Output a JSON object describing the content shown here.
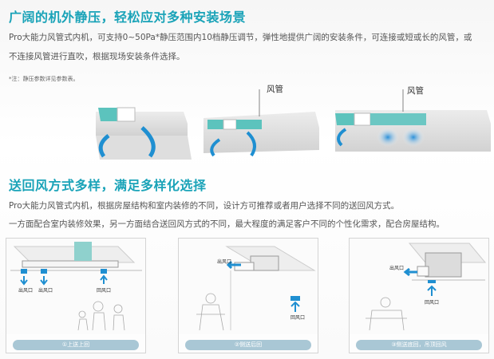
{
  "section1": {
    "title": "广阔的机外静压，轻松应对多种安装场景",
    "line1": "Pro大能力风管式内机，可支持0~50Pa*静压范围内10档静压调节，弹性地提供广阔的安装条件，可连接或短或长的风管，或",
    "line2": "不连接风管进行直吹，根据现场安装条件选择。",
    "note": "*注：静压参数详见参数表。"
  },
  "units": {
    "duct_label": "风管"
  },
  "section2": {
    "title": "送回风方式多样，满足多样化选择",
    "line1": "Pro大能力风管式内机，根据房屋结构和室内装修的不同，设计方可推荐或者用户选择不同的送回风方式。",
    "line2": "一方面配合室内装修效果，另一方面结合送回风方式的不同，最大程度的满足客户不同的个性化需求，配合房屋结构。"
  },
  "panels": [
    {
      "caption": "①上送上回",
      "labels": {
        "out1": "出风口",
        "out2": "出风口",
        "ret": "回风口"
      }
    },
    {
      "caption": "②侧送后回",
      "labels": {
        "out": "出风口",
        "ret": "回风口"
      }
    },
    {
      "caption": "③侧送底回，吊顶回风",
      "labels": {
        "out": "出风口",
        "ret": "回风口"
      }
    }
  ],
  "colors": {
    "accent": "#1aa3b8",
    "unit_teal": "#5cc3bd",
    "arrow_blue": "#1f8fd1",
    "caption_bg": "#a9c7d5"
  }
}
